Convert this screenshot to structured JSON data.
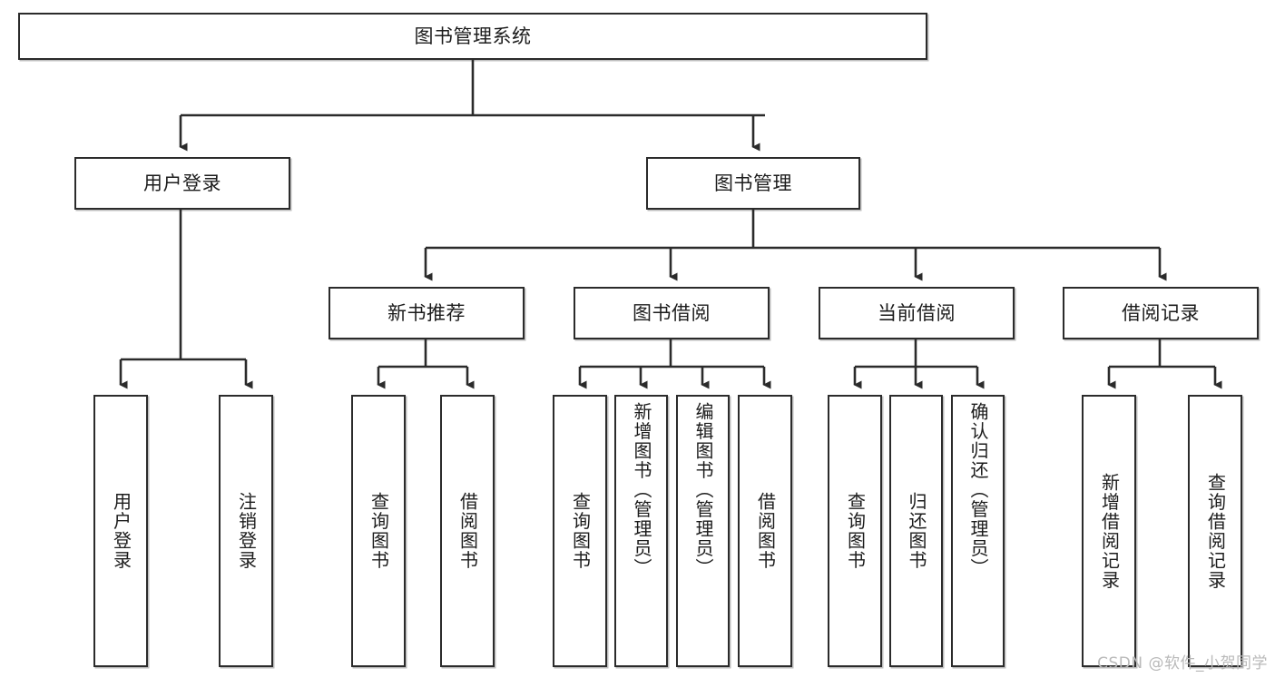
{
  "diagram": {
    "title": "图书管理系统",
    "type": "tree",
    "watermark": "CSDN @软件_小贺同学",
    "colors": {
      "box_border": "#2b2b2b",
      "box_fill": "#ffffff",
      "edge": "#2b2b2b",
      "text": "#1c1c1c",
      "watermark": "#b9b9b9"
    },
    "root": {
      "id": "root",
      "label": "图书管理系统"
    },
    "level2": [
      {
        "id": "user-login",
        "label": "用户登录"
      },
      {
        "id": "book-manage",
        "label": "图书管理"
      }
    ],
    "level3": [
      {
        "id": "new-book-rec",
        "label": "新书推荐",
        "parent": "book-manage"
      },
      {
        "id": "book-borrow",
        "label": "图书借阅",
        "parent": "book-manage"
      },
      {
        "id": "current-borrow",
        "label": "当前借阅",
        "parent": "book-manage"
      },
      {
        "id": "borrow-record",
        "label": "借阅记录",
        "parent": "book-manage"
      }
    ],
    "leaves": [
      {
        "id": "leaf-user-login",
        "label": "用户登录",
        "parent": "user-login"
      },
      {
        "id": "leaf-logout",
        "label": "注销登录",
        "parent": "user-login"
      },
      {
        "id": "leaf-query-book-1",
        "label": "查询图书",
        "parent": "new-book-rec"
      },
      {
        "id": "leaf-borrow-book-1",
        "label": "借阅图书",
        "parent": "new-book-rec"
      },
      {
        "id": "leaf-query-book-2",
        "label": "查询图书",
        "parent": "book-borrow"
      },
      {
        "id": "leaf-add-book",
        "label": "新增图书（管理员）",
        "parent": "book-borrow"
      },
      {
        "id": "leaf-edit-book",
        "label": "编辑图书（管理员）",
        "parent": "book-borrow"
      },
      {
        "id": "leaf-borrow-book-2",
        "label": "借阅图书",
        "parent": "book-borrow"
      },
      {
        "id": "leaf-query-book-3",
        "label": "查询图书",
        "parent": "current-borrow"
      },
      {
        "id": "leaf-return-book",
        "label": "归还图书",
        "parent": "current-borrow"
      },
      {
        "id": "leaf-confirm-return",
        "label": "确认归还（管理员）",
        "parent": "current-borrow"
      },
      {
        "id": "leaf-add-record",
        "label": "新增借阅记录",
        "parent": "borrow-record"
      },
      {
        "id": "leaf-query-record",
        "label": "查询借阅记录",
        "parent": "borrow-record"
      }
    ]
  }
}
